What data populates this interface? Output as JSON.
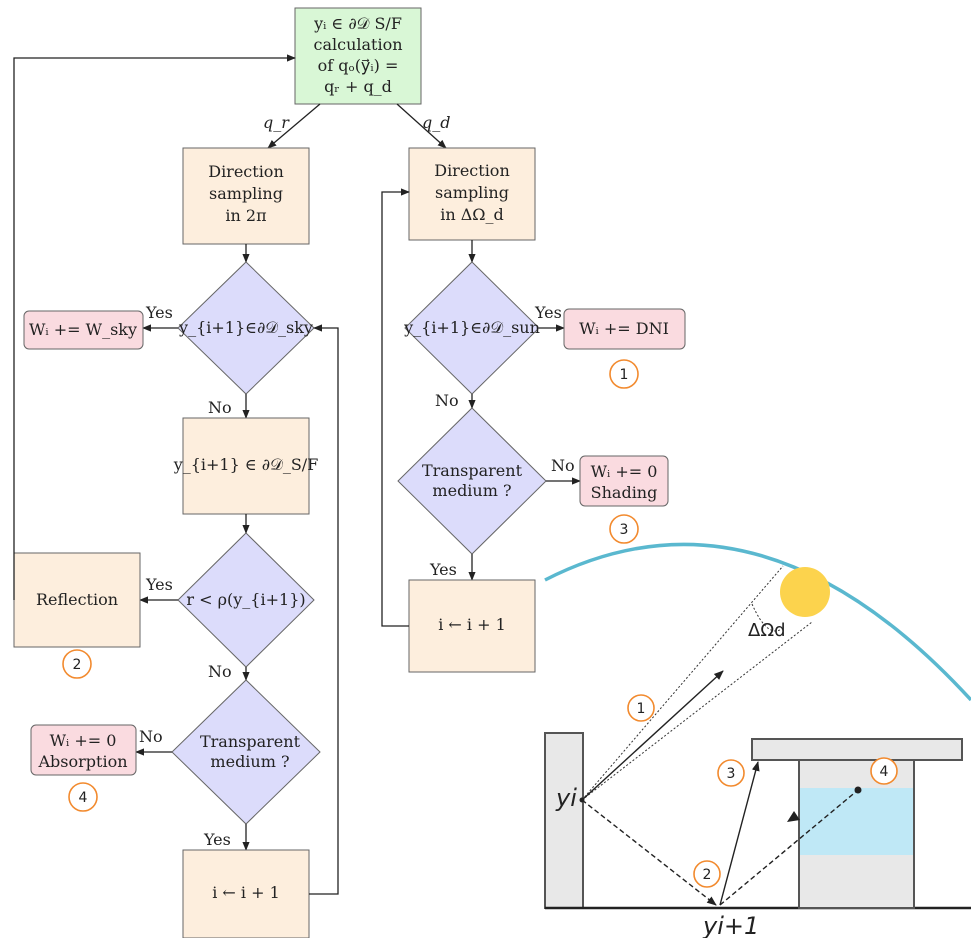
{
  "flowchart": {
    "start_node": {
      "lines": [
        "yᵢ ∈ ∂𝒟 S/F",
        "calculation",
        "of qₒ(y⃗ᵢ) =",
        "qᵣ + q_d"
      ]
    },
    "edge_qr": "q_r",
    "edge_qd": "q_d",
    "left": {
      "dir_sampling": [
        "Direction",
        "sampling",
        "in 2π"
      ],
      "decision_sky": "y_{i+1}∈∂𝒟_sky",
      "w_sky": "Wᵢ += W_sky",
      "yes1": "Yes",
      "no1": "No",
      "hit_sf": "y_{i+1} ∈ ∂𝒟_S/F",
      "decision_r": "r < ρ(y_{i+1})",
      "yes2": "Yes",
      "reflection": "Reflection",
      "badge2": "2",
      "no2": "No",
      "decision_transp": [
        "Transparent",
        "medium ?"
      ],
      "no3": "No",
      "absorption": [
        "Wᵢ += 0",
        "Absorption"
      ],
      "badge4": "4",
      "yes3": "Yes",
      "increment": "i ← i + 1"
    },
    "right": {
      "dir_sampling": [
        "Direction",
        "sampling",
        "in ΔΩ_d"
      ],
      "decision_sun": "y_{i+1}∈∂𝒟_sun",
      "yes1": "Yes",
      "dni": "Wᵢ += DNI",
      "badge1": "1",
      "no1": "No",
      "decision_transp": [
        "Transparent",
        "medium ?"
      ],
      "no2": "No",
      "shading": [
        "Wᵢ += 0",
        "Shading"
      ],
      "badge3": "3",
      "yes2": "Yes",
      "increment": "i ← i + 1"
    }
  },
  "scene": {
    "solid_angle_label": "ΔΩd",
    "y_i_label": "yi",
    "y_i1_label": "yi+1",
    "path_badges": [
      "1",
      "2",
      "3",
      "4"
    ],
    "colors": {
      "sky": "#5ab8cf",
      "sun": "#fcd34d",
      "water": "#bfe8f6",
      "wall": "#e8e8e8"
    }
  }
}
